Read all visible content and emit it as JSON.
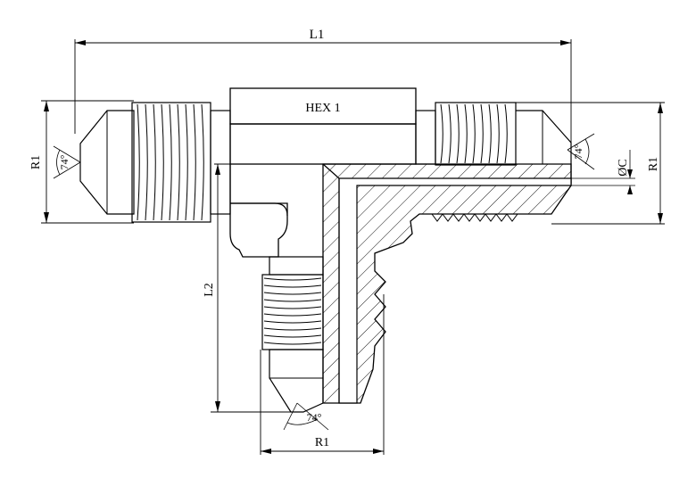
{
  "labels": {
    "overall_length": "L1",
    "hex": "HEX 1",
    "thread_left": "R1",
    "thread_right": "R1",
    "thread_bottom": "R1",
    "branch_length": "L2",
    "bore_diameter": "ØC",
    "flare_angle_left": "74°",
    "flare_angle_right": "74°",
    "flare_angle_bottom": "74°"
  },
  "colors": {
    "line": "#000000",
    "background": "#ffffff"
  }
}
